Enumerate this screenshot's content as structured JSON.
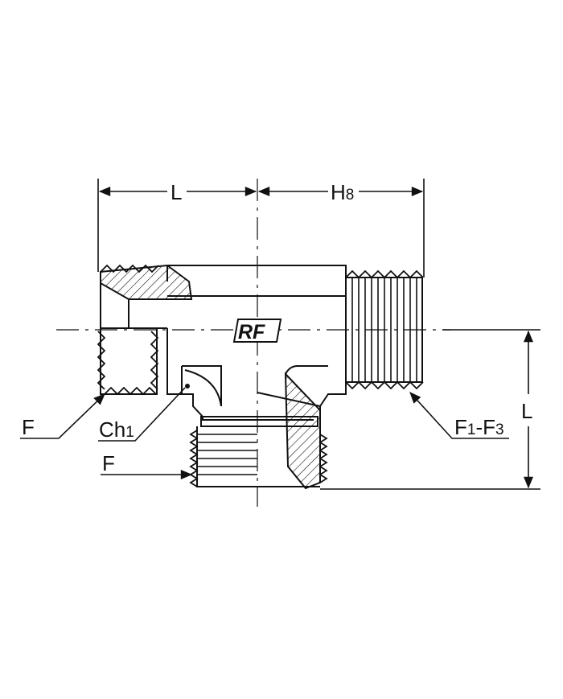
{
  "diagram": {
    "labels": {
      "dim_top_left": "L",
      "dim_top_right_main": "H",
      "dim_top_right_sub": "8",
      "dim_right": "L",
      "port_left": "F",
      "chamfer_main": "Ch",
      "chamfer_sub": "1",
      "port_bottom": "F",
      "port_right_a": "F",
      "port_right_a_sub": "1",
      "port_right_sep": "-F",
      "port_right_b_sub": "3",
      "logo": "RF"
    }
  }
}
